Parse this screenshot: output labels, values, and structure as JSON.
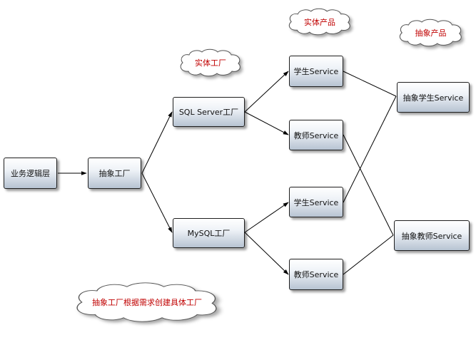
{
  "colors": {
    "cloud_text": "#c00000",
    "cloud_fill": "#ffffff",
    "node_border": "#1e1e1e",
    "line": "#000000"
  },
  "nodes": {
    "business_layer": "业务逻辑层",
    "abstract_factory": "抽象工厂",
    "sqlserver_factory": "SQL Server工厂",
    "mysql_factory": "MySQL工厂",
    "student_service_1": "学生Service",
    "teacher_service_1": "教师Service",
    "student_service_2": "学生Service",
    "teacher_service_2": "教师Service",
    "abstract_student_service": "抽象学生Service",
    "abstract_teacher_service": "抽象教师Service"
  },
  "clouds": {
    "concrete_factory": "实体工厂",
    "concrete_product": "实体产品",
    "abstract_product": "抽象产品",
    "note": "抽象工厂根据需求创建具体工厂"
  }
}
